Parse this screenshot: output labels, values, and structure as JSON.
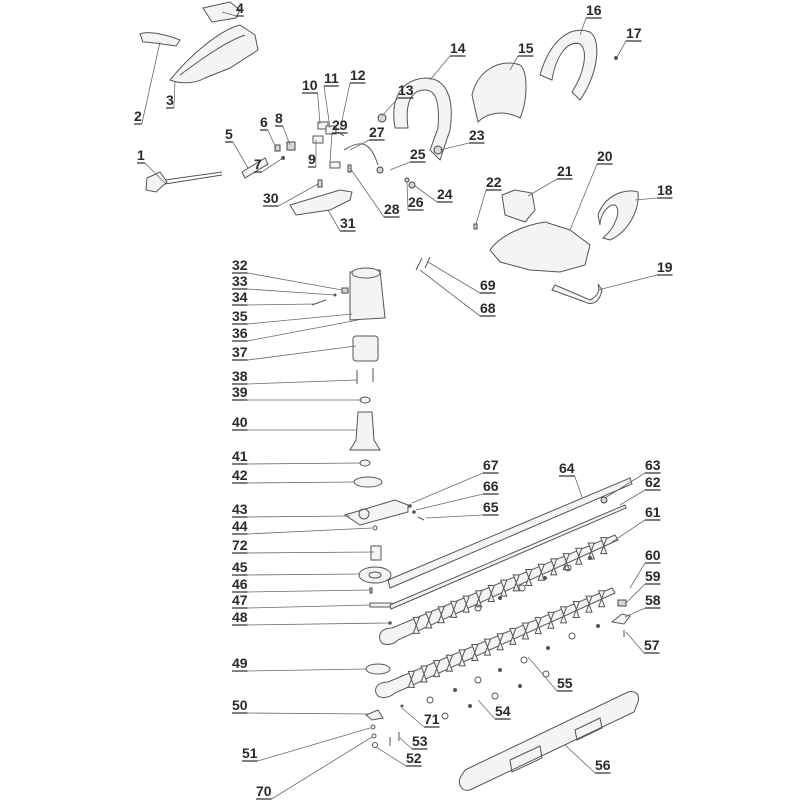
{
  "diagram": {
    "title": "Hedge trimmer exploded parts diagram",
    "callouts": [
      {
        "id": "1",
        "label": "1"
      },
      {
        "id": "2",
        "label": "2"
      },
      {
        "id": "3",
        "label": "3"
      },
      {
        "id": "4",
        "label": "4"
      },
      {
        "id": "5",
        "label": "5"
      },
      {
        "id": "6",
        "label": "6"
      },
      {
        "id": "7",
        "label": "7"
      },
      {
        "id": "8",
        "label": "8"
      },
      {
        "id": "9",
        "label": "9"
      },
      {
        "id": "10",
        "label": "10"
      },
      {
        "id": "11",
        "label": "11"
      },
      {
        "id": "12",
        "label": "12"
      },
      {
        "id": "13",
        "label": "13"
      },
      {
        "id": "14",
        "label": "14"
      },
      {
        "id": "15",
        "label": "15"
      },
      {
        "id": "16",
        "label": "16"
      },
      {
        "id": "17",
        "label": "17"
      },
      {
        "id": "18",
        "label": "18"
      },
      {
        "id": "19",
        "label": "19"
      },
      {
        "id": "20",
        "label": "20"
      },
      {
        "id": "21",
        "label": "21"
      },
      {
        "id": "22",
        "label": "22"
      },
      {
        "id": "23",
        "label": "23"
      },
      {
        "id": "24",
        "label": "24"
      },
      {
        "id": "25",
        "label": "25"
      },
      {
        "id": "26",
        "label": "26"
      },
      {
        "id": "27",
        "label": "27"
      },
      {
        "id": "28",
        "label": "28"
      },
      {
        "id": "29",
        "label": "29"
      },
      {
        "id": "30",
        "label": "30"
      },
      {
        "id": "31",
        "label": "31"
      },
      {
        "id": "32",
        "label": "32"
      },
      {
        "id": "33",
        "label": "33"
      },
      {
        "id": "34",
        "label": "34"
      },
      {
        "id": "35",
        "label": "35"
      },
      {
        "id": "36",
        "label": "36"
      },
      {
        "id": "37",
        "label": "37"
      },
      {
        "id": "38",
        "label": "38"
      },
      {
        "id": "39",
        "label": "39"
      },
      {
        "id": "40",
        "label": "40"
      },
      {
        "id": "41",
        "label": "41"
      },
      {
        "id": "42",
        "label": "42"
      },
      {
        "id": "43",
        "label": "43"
      },
      {
        "id": "44",
        "label": "44"
      },
      {
        "id": "45",
        "label": "45"
      },
      {
        "id": "46",
        "label": "46"
      },
      {
        "id": "47",
        "label": "47"
      },
      {
        "id": "48",
        "label": "48"
      },
      {
        "id": "49",
        "label": "49"
      },
      {
        "id": "50",
        "label": "50"
      },
      {
        "id": "51",
        "label": "51"
      },
      {
        "id": "52",
        "label": "52"
      },
      {
        "id": "53",
        "label": "53"
      },
      {
        "id": "54",
        "label": "54"
      },
      {
        "id": "55",
        "label": "55"
      },
      {
        "id": "56",
        "label": "56"
      },
      {
        "id": "57",
        "label": "57"
      },
      {
        "id": "58",
        "label": "58"
      },
      {
        "id": "59",
        "label": "59"
      },
      {
        "id": "60",
        "label": "60"
      },
      {
        "id": "61",
        "label": "61"
      },
      {
        "id": "62",
        "label": "62"
      },
      {
        "id": "63",
        "label": "63"
      },
      {
        "id": "64",
        "label": "64"
      },
      {
        "id": "65",
        "label": "65"
      },
      {
        "id": "66",
        "label": "66"
      },
      {
        "id": "67",
        "label": "67"
      },
      {
        "id": "68",
        "label": "68"
      },
      {
        "id": "69",
        "label": "69"
      },
      {
        "id": "70",
        "label": "70"
      },
      {
        "id": "71",
        "label": "71"
      },
      {
        "id": "72",
        "label": "72"
      }
    ],
    "parts": [
      {
        "name": "power-cord-plug",
        "callout": "1"
      },
      {
        "name": "switch-trigger",
        "callout": "2"
      },
      {
        "name": "housing-half-left",
        "callout": "3"
      },
      {
        "name": "switch-cover",
        "callout": "4"
      },
      {
        "name": "cable-sleeve",
        "callout": "5"
      },
      {
        "name": "front-handle",
        "callout": "14"
      },
      {
        "name": "handle-cover",
        "callout": "15"
      },
      {
        "name": "bow-handle",
        "callout": "16"
      },
      {
        "name": "hand-guard",
        "callout": "18"
      },
      {
        "name": "rear-cover",
        "callout": "19"
      },
      {
        "name": "housing-half-right",
        "callout": "20"
      },
      {
        "name": "rear-switch",
        "callout": "21"
      },
      {
        "name": "trigger-lever",
        "callout": "31"
      },
      {
        "name": "motor-housing",
        "callout": "36"
      },
      {
        "name": "stator",
        "callout": "37"
      },
      {
        "name": "armature",
        "callout": "40"
      },
      {
        "name": "gear-plate",
        "callout": "43"
      },
      {
        "name": "gear-wheel",
        "callout": "45"
      },
      {
        "name": "blade-guide-rail",
        "callout": "64"
      },
      {
        "name": "upper-blade",
        "callout": "61"
      },
      {
        "name": "lower-blade",
        "callout": "60"
      },
      {
        "name": "blade-sheath",
        "callout": "56"
      }
    ]
  }
}
